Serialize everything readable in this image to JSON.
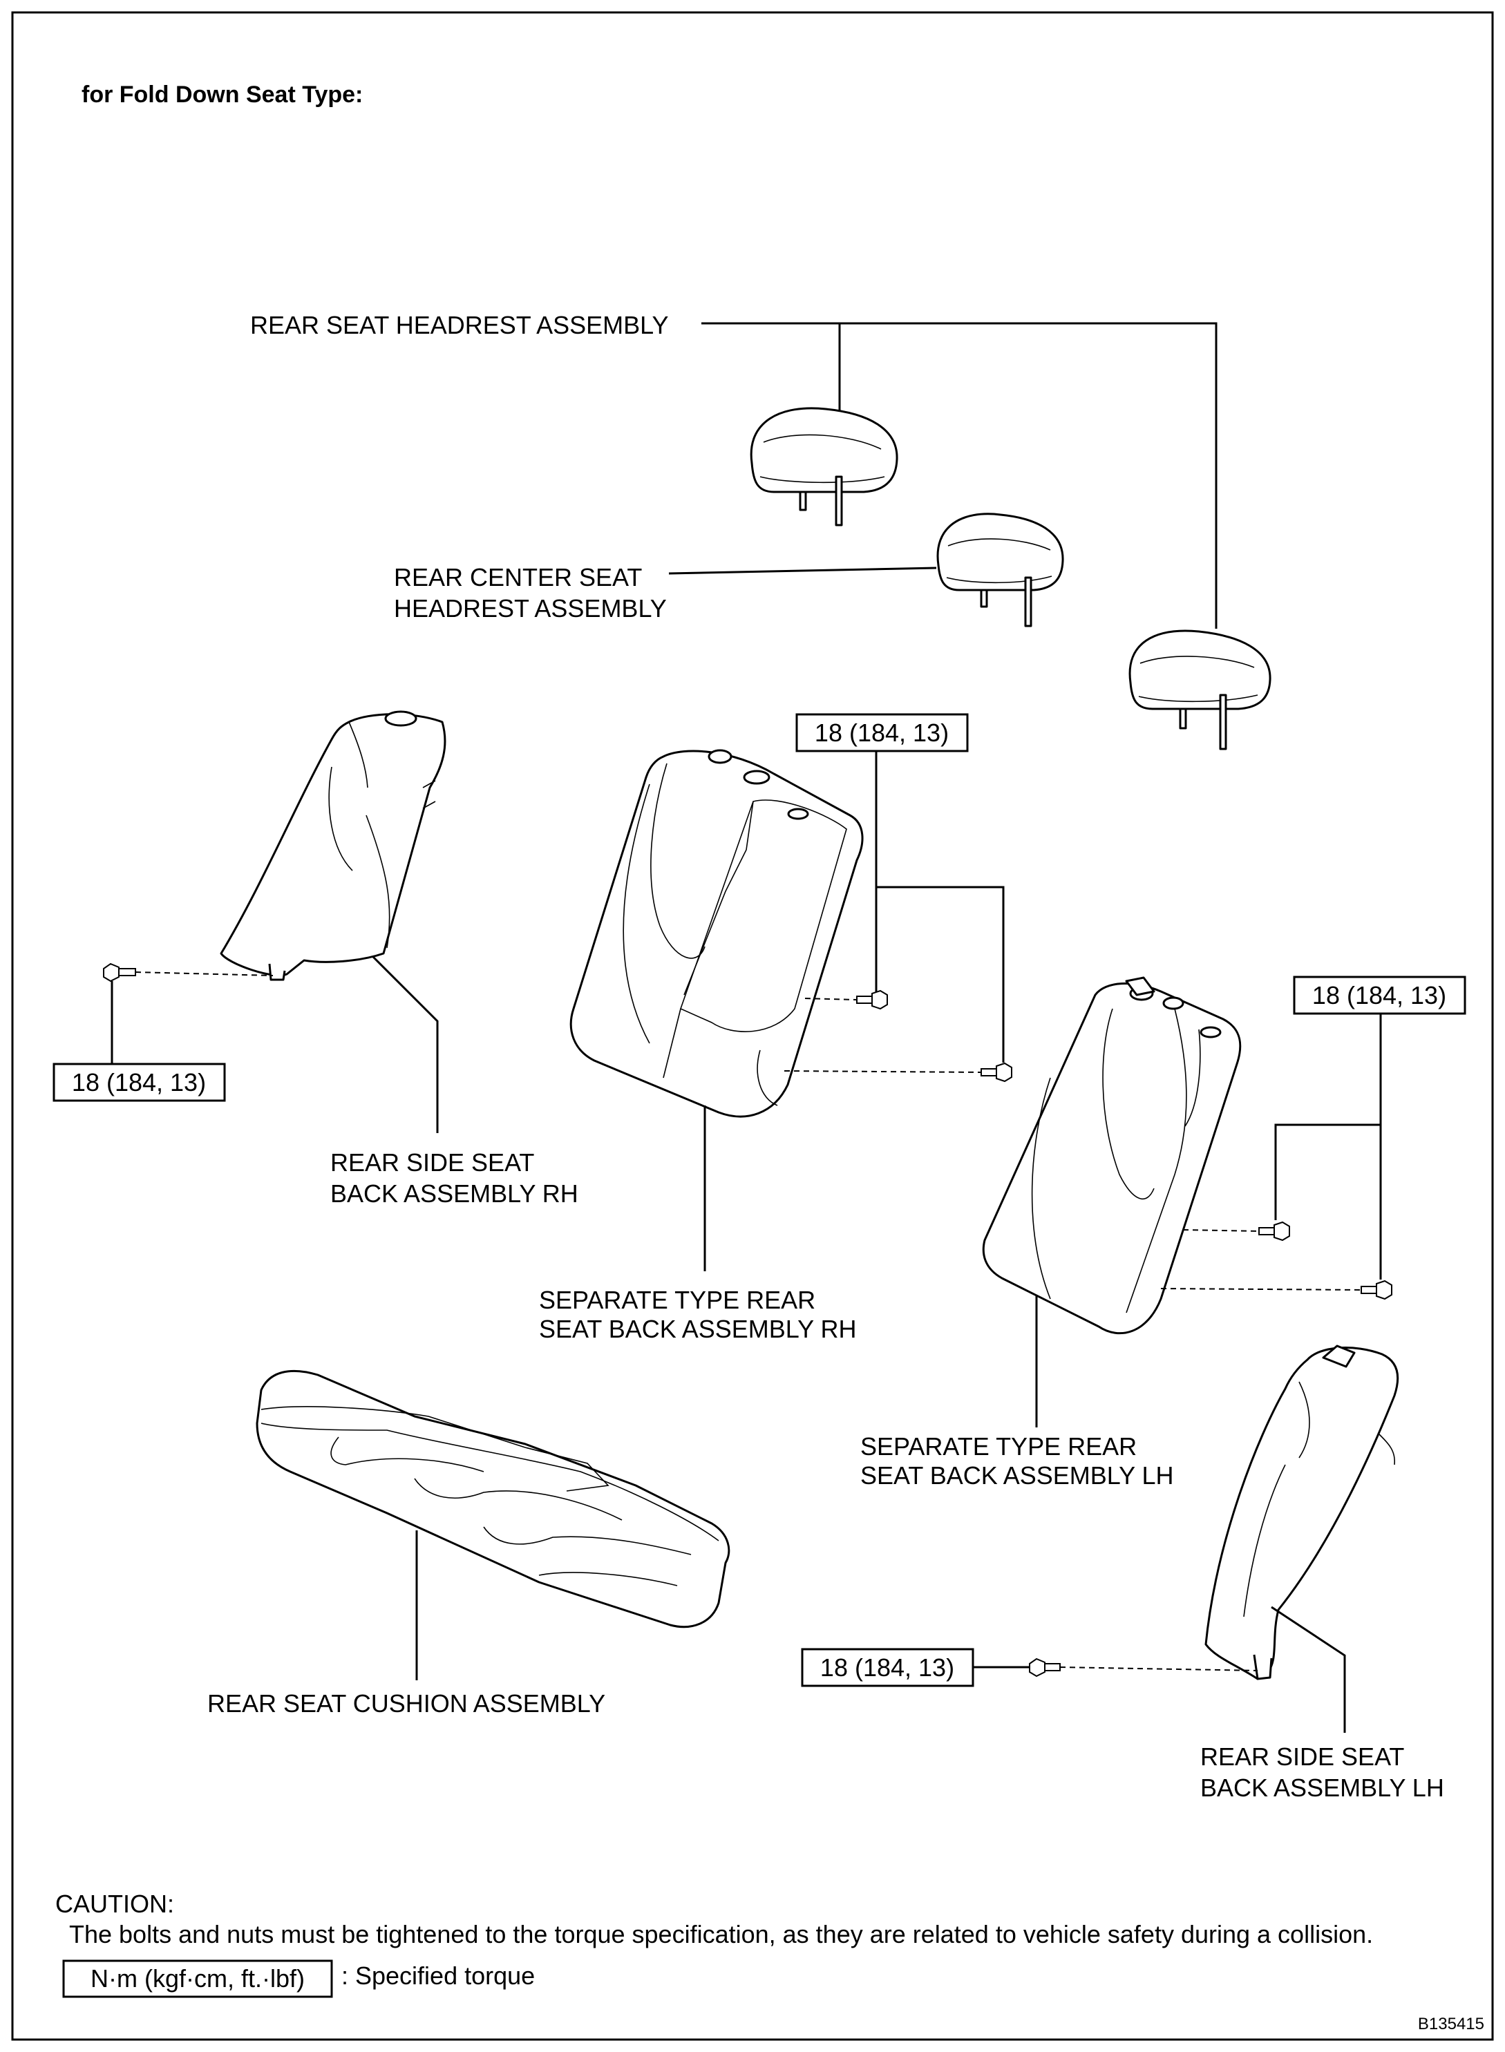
{
  "title": "for Fold Down Seat Type:",
  "parts": {
    "rear_seat_headrest": "REAR SEAT HEADREST ASSEMBLY",
    "rear_center_headrest_line1": "REAR CENTER SEAT",
    "rear_center_headrest_line2": "HEADREST ASSEMBLY",
    "rear_side_back_rh_line1": "REAR SIDE SEAT",
    "rear_side_back_rh_line2": "BACK ASSEMBLY RH",
    "separate_back_rh_line1": "SEPARATE TYPE REAR",
    "separate_back_rh_line2": "SEAT BACK ASSEMBLY RH",
    "separate_back_lh_line1": "SEPARATE TYPE REAR",
    "separate_back_lh_line2": "SEAT BACK ASSEMBLY LH",
    "rear_seat_cushion": "REAR SEAT CUSHION ASSEMBLY",
    "rear_side_back_lh_line1": "REAR SIDE SEAT",
    "rear_side_back_lh_line2": "BACK ASSEMBLY LH"
  },
  "torque_labels": {
    "rh_side_bolt": "18 (184, 13)",
    "center_rh_bolts": "18 (184, 13)",
    "center_lh_bolts": "18 (184, 13)",
    "lh_side_bolt": "18 (184, 13)"
  },
  "caution": {
    "heading": "CAUTION:",
    "text": "The bolts and nuts must be tightened to the torque specification, as they are related to vehicle safety during a collision."
  },
  "legend": {
    "unit_box": "N·m (kgf·cm, ft.·lbf)",
    "meaning": ": Specified torque"
  },
  "figure_id": "B135415"
}
